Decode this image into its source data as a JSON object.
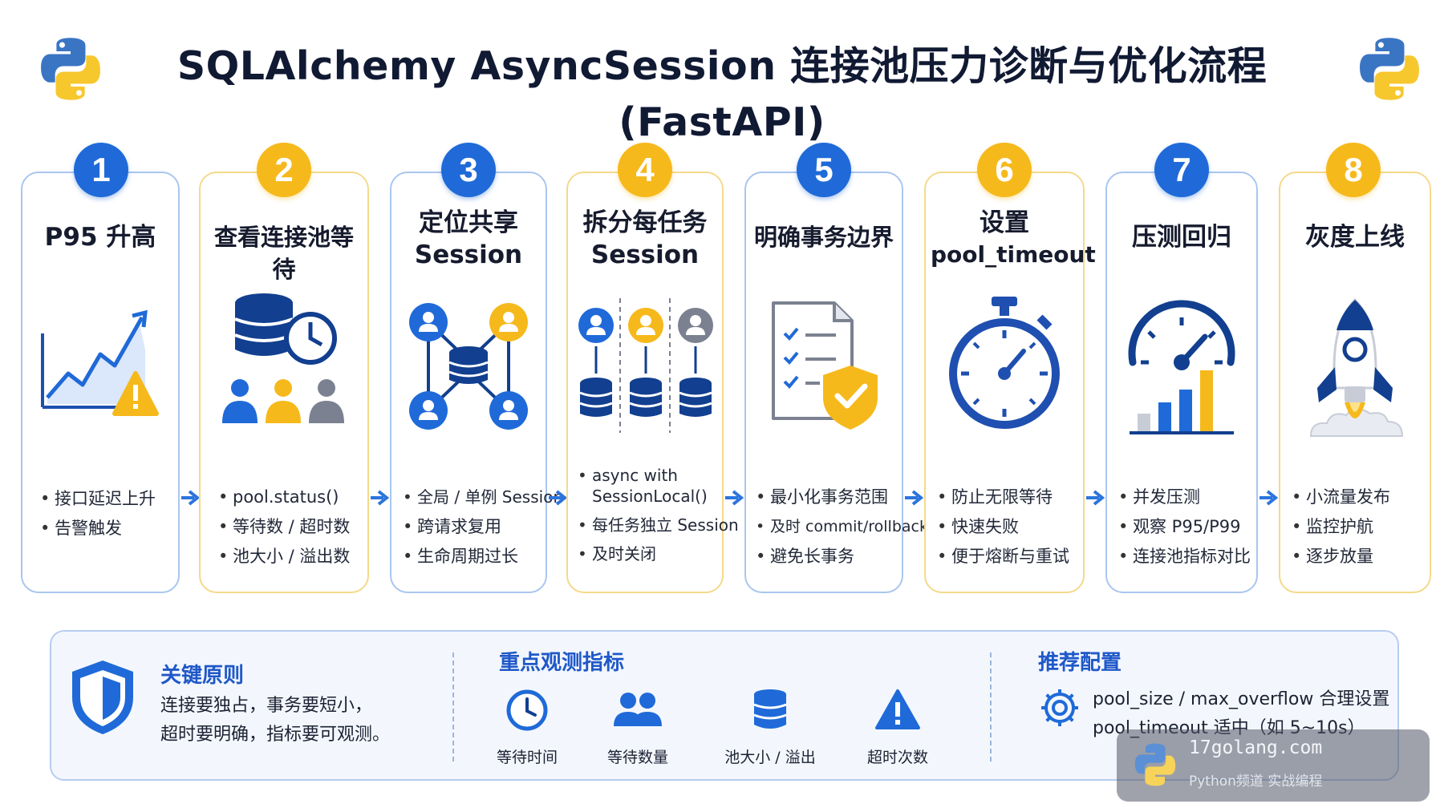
{
  "title": "SQLAlchemy AsyncSession 连接池压力诊断与优化流程 (FastAPI)",
  "icons": {
    "logo": "python-logo-icon",
    "step_icons": [
      "rising-chart-warning-icon",
      "database-clock-users-icon",
      "shared-session-network-icon",
      "per-task-session-icon",
      "checklist-shield-icon",
      "stopwatch-icon",
      "gauge-bar-chart-icon",
      "rocket-icon"
    ],
    "arrow": "chevron-right-arrow-icon"
  },
  "colors": {
    "accent_blue": "#1f6ad8",
    "accent_yellow": "#f6b91c",
    "border_blue": "#a9c6ef",
    "border_yellow": "#f5d98a",
    "section_title": "#1f58c8"
  },
  "steps": [
    {
      "number": "1",
      "title": "P95 升高",
      "title2": "",
      "bullets": [
        "接口延迟上升",
        "告警触发"
      ]
    },
    {
      "number": "2",
      "title": "查看连接池等待",
      "title2": "",
      "bullets": [
        "pool.status()",
        "等待数 / 超时数",
        "池大小 / 溢出数"
      ]
    },
    {
      "number": "3",
      "title": "定位共享",
      "title2": "Session",
      "bullets": [
        "全局 / 单例 Session",
        "跨请求复用",
        "生命周期过长"
      ]
    },
    {
      "number": "4",
      "title": "拆分每任务",
      "title2": "Session",
      "bullets": [
        "async with SessionLocal()",
        "每任务独立 Session",
        "及时关闭"
      ]
    },
    {
      "number": "5",
      "title": "明确事务边界",
      "title2": "",
      "bullets": [
        "最小化事务范围",
        "及时 commit/rollback",
        "避免长事务"
      ]
    },
    {
      "number": "6",
      "title": "设置",
      "title2": "pool_timeout",
      "bullets": [
        "防止无限等待",
        "快速失败",
        "便于熔断与重试"
      ]
    },
    {
      "number": "7",
      "title": "压测回归",
      "title2": "",
      "bullets": [
        "并发压测",
        "观察 P95/P99",
        "连接池指标对比"
      ]
    },
    {
      "number": "8",
      "title": "灰度上线",
      "title2": "",
      "bullets": [
        "小流量发布",
        "监控护航",
        "逐步放量"
      ]
    }
  ],
  "principles": {
    "title": "关键原则",
    "line1": "连接要独占，事务要短小，",
    "line2": "超时要明确，指标要可观测。"
  },
  "metrics": {
    "title": "重点观测指标",
    "items": [
      {
        "label": "等待时间",
        "icon": "clock-icon"
      },
      {
        "label": "等待数量",
        "icon": "users-icon"
      },
      {
        "label": "池大小 / 溢出",
        "icon": "database-icon"
      },
      {
        "label": "超时次数",
        "icon": "warning-icon"
      }
    ]
  },
  "config": {
    "title": "推荐配置",
    "line1": "pool_size / max_overflow 合理设置",
    "line2": "pool_timeout 适中（如 5~10s）"
  },
  "watermark": {
    "site": "17golang.com",
    "sub": "Python频道  实战编程"
  }
}
